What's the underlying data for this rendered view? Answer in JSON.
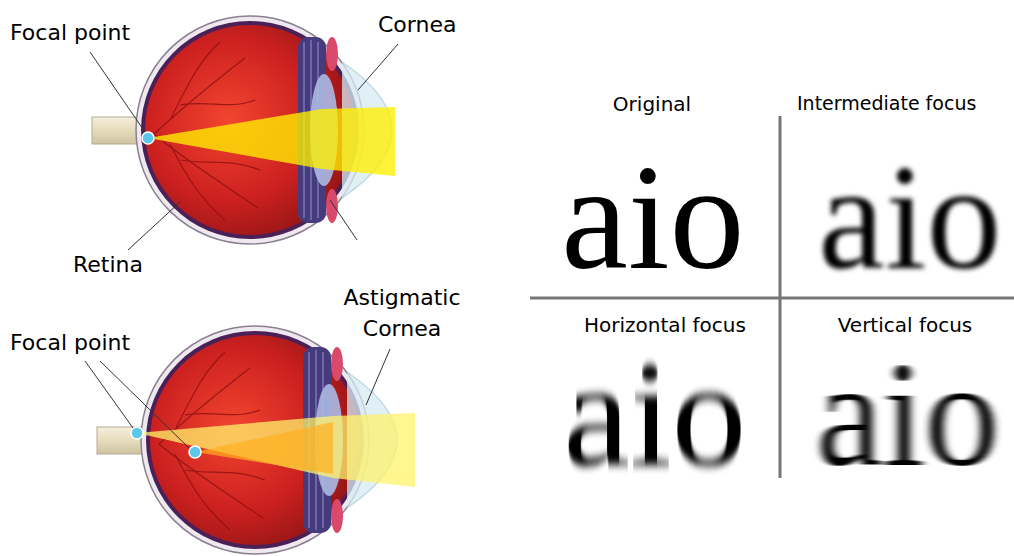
{
  "diagram": {
    "labels": [
      "Focal point",
      "Cornea",
      "Retina",
      "Astigmatic Cornea",
      "Focal point",
      "Original",
      "Intermediate focus",
      "aio",
      "aio",
      "Horizontal focus",
      "Vertical focus",
      "aio",
      "aio"
    ]
  }
}
